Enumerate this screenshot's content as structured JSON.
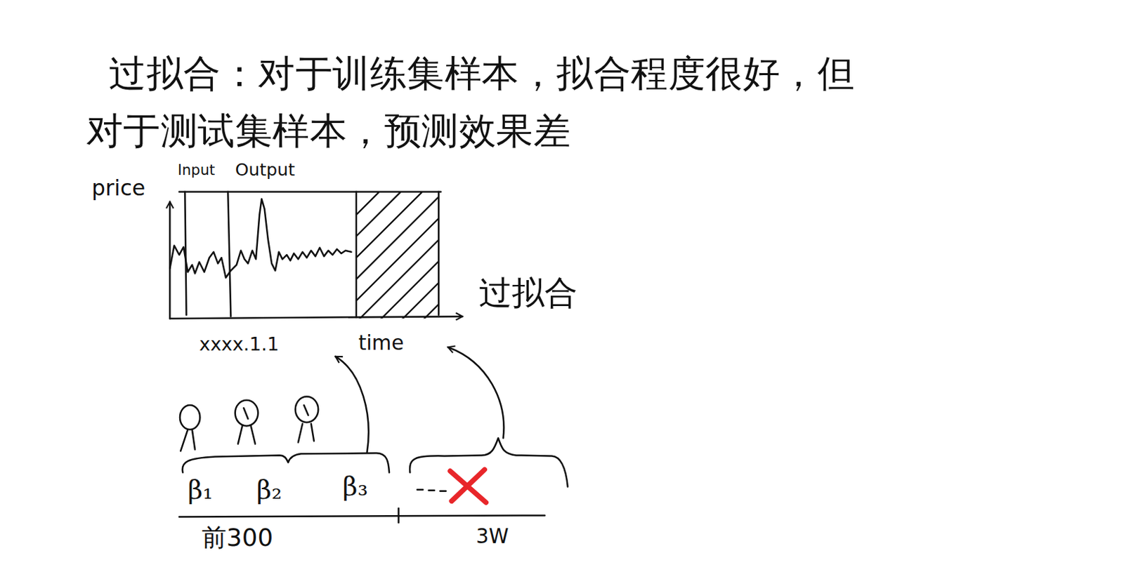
{
  "diagram": {
    "title": "过拟合：对于训练集样本，拟合程度很好，但对于测试集样本，预测效果差",
    "labels": [
      "price",
      "Input",
      "Output",
      "xxxx.1.1",
      "time",
      "过拟合",
      "β₁",
      "β₂",
      "β₃",
      "前300",
      "3W"
    ]
  }
}
